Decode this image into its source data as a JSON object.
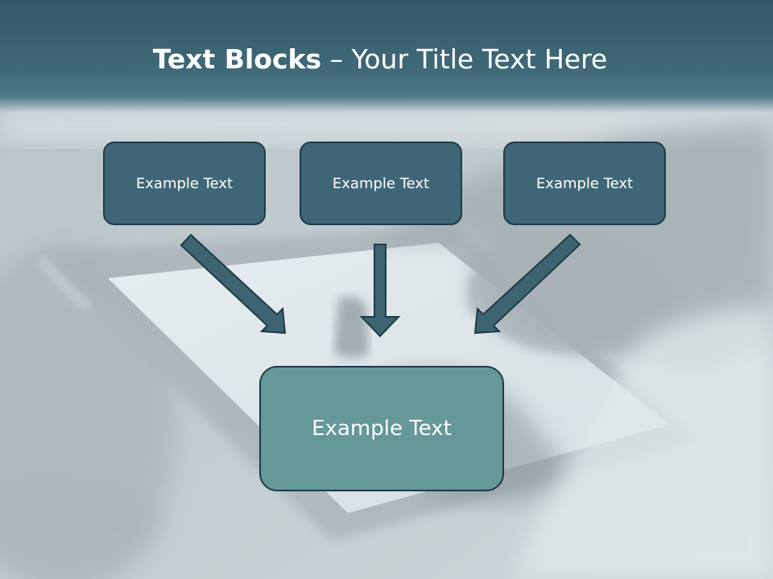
{
  "slide": {
    "title_bold": "Text Blocks",
    "title_separator": " – ",
    "title_rest": "Your Title Text Here"
  },
  "diagram": {
    "top_boxes": [
      {
        "label": "Example Text"
      },
      {
        "label": "Example Text"
      },
      {
        "label": "Example Text"
      }
    ],
    "bottom_box": {
      "label": "Example Text"
    }
  },
  "colors": {
    "header": "#3f6877",
    "top_box_fill": "#3f6676",
    "bottom_box_fill": "#659898",
    "border": "#1f3b46",
    "text": "#ffffff"
  }
}
